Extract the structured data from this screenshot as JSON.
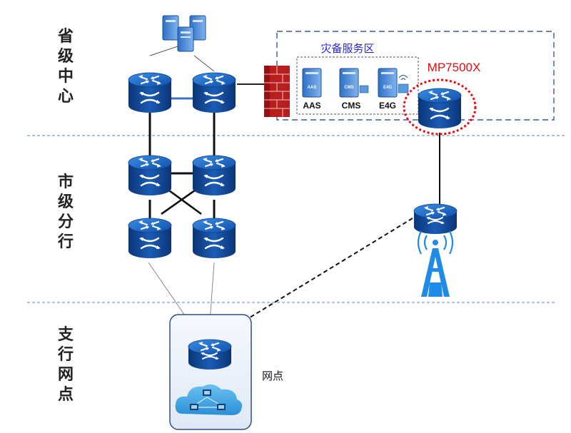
{
  "tiers": {
    "province": [
      "省",
      "级",
      "中",
      "心"
    ],
    "city": [
      "市",
      "级",
      "分",
      "行"
    ],
    "branch": [
      "支",
      "行",
      "网",
      "点"
    ]
  },
  "disaster_zone": {
    "title": "灾备服务区"
  },
  "servers": [
    {
      "label": "AAS",
      "chip": "AAS"
    },
    {
      "label": "CMS",
      "chip": "CMS"
    },
    {
      "label": "E4G",
      "chip": "E4G"
    }
  ],
  "device_label": "MP7500X",
  "outlet_label": "网点",
  "colors": {
    "router_top": "#1d6fd0",
    "router_side": "#0d3d86",
    "divider": "#7a9cc8",
    "zone_border": "#3a5a9a",
    "highlight": "#e01010",
    "tower": "#1f8be6"
  }
}
